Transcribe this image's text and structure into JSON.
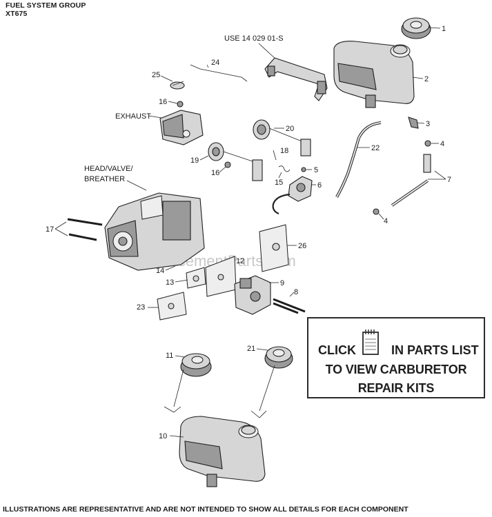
{
  "header": {
    "title": "FUEL SYSTEM GROUP",
    "model": "XT675"
  },
  "labels": {
    "use_note": "USE 14 029 01-S",
    "exhaust": "EXHAUST",
    "head_valve": "HEAD/VALVE/",
    "breather": "BREATHER"
  },
  "callouts": {
    "n1": "1",
    "n2": "2",
    "n3": "3",
    "n4a": "4",
    "n4b": "4",
    "n5": "5",
    "n6": "6",
    "n7": "7",
    "n8": "8",
    "n9": "9",
    "n10": "10",
    "n11": "11",
    "n12": "12",
    "n13": "13",
    "n14": "14",
    "n15": "15",
    "n16a": "16",
    "n16b": "16",
    "n17": "17",
    "n18": "18",
    "n19": "19",
    "n20": "20",
    "n21": "21",
    "n22": "22",
    "n23": "23",
    "n24": "24",
    "n25": "25",
    "n26": "26"
  },
  "watermark": "eReplacementParts.com",
  "repair_box": {
    "click": "CLICK",
    "in_parts_list": "IN PARTS LIST",
    "line2": "TO VIEW CARBURETOR",
    "line3": "REPAIR KITS",
    "icon": "notebook-icon"
  },
  "footer": "ILLUSTRATIONS ARE REPRESENTATIVE AND ARE NOT INTENDED TO SHOW ALL DETAILS FOR EACH COMPONENT"
}
